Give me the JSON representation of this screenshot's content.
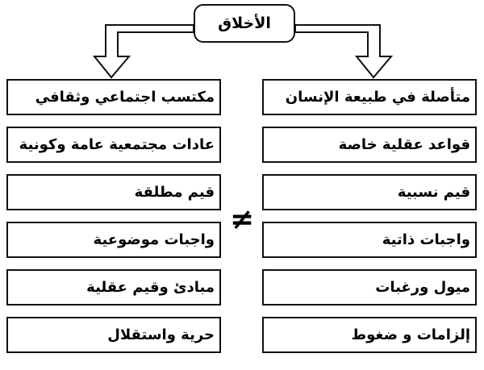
{
  "diagram": {
    "type": "comparison-tree",
    "root": {
      "label": "الأخلاق"
    },
    "relation_symbol": "≠",
    "branches": [
      {
        "side": "left",
        "items": [
          "مكتسب اجتماعي وثقافي",
          "عادات مجتمعية عامة وكونية",
          "قيم مطلقة",
          "واجبات موضوعية",
          "مبادئ وقيم عقلية",
          "حرية واستقلال"
        ]
      },
      {
        "side": "right",
        "items": [
          "متأصلة في طبيعة الإنسان",
          "قواعد عقلية خاصة",
          "قيم نسبية",
          "واجبات ذاتية",
          "ميول ورغبات",
          "إلزامات و ضغوط"
        ]
      }
    ],
    "colors": {
      "background": "#ffffff",
      "stroke": "#111111",
      "text": "#000000"
    }
  }
}
